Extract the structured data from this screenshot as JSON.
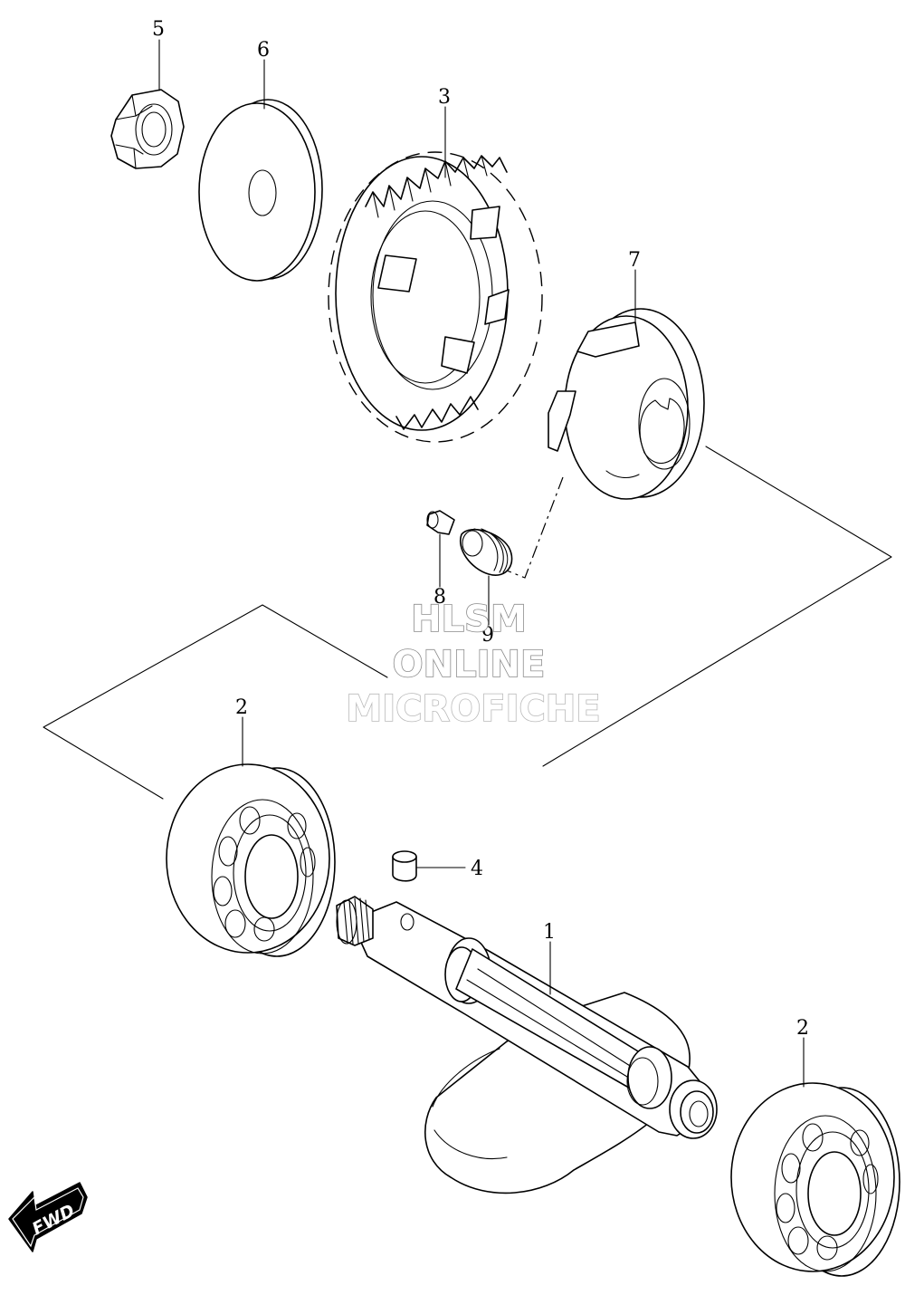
{
  "callouts": {
    "c1": "1",
    "c2a": "2",
    "c2b": "2",
    "c3": "3",
    "c4": "4",
    "c5": "5",
    "c6": "6",
    "c7": "7",
    "c8": "8",
    "c9": "9"
  },
  "watermark": {
    "line1": "HLSM",
    "line2": "ONLINE",
    "line3": "MICROFICHE"
  },
  "direction_badge": {
    "label": "FWD"
  }
}
